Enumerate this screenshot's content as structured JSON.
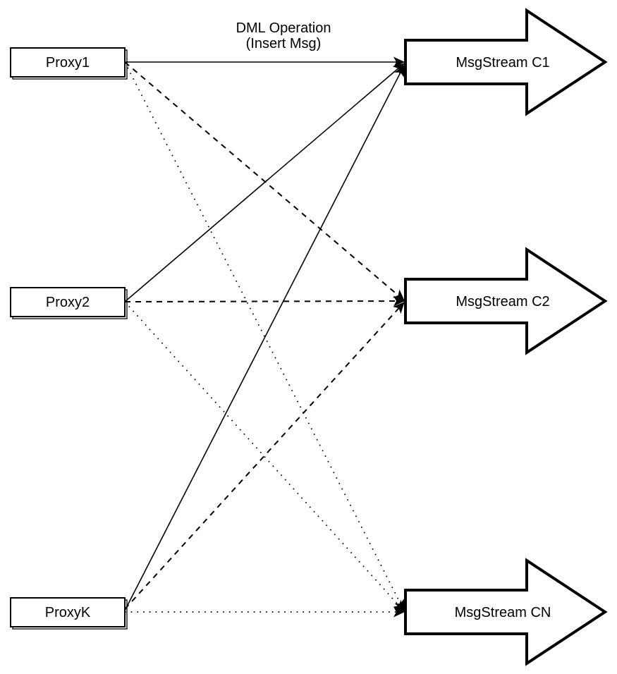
{
  "diagram": {
    "title_annotation": {
      "line1": "DML Operation",
      "line2": "(Insert Msg)"
    },
    "proxies": [
      {
        "label": "Proxy1"
      },
      {
        "label": "Proxy2"
      },
      {
        "label": "ProxyK"
      }
    ],
    "streams": [
      {
        "label": "MsgStream C1"
      },
      {
        "label": "MsgStream C2"
      },
      {
        "label": "MsgStream CN"
      }
    ],
    "edges": [
      {
        "from": "Proxy1",
        "to": "MsgStream C1",
        "style": "solid",
        "arrowhead": "filled-triangle"
      },
      {
        "from": "Proxy1",
        "to": "MsgStream C2",
        "style": "dashed",
        "arrowhead": "filled-triangle"
      },
      {
        "from": "Proxy1",
        "to": "MsgStream CN",
        "style": "dotted",
        "arrowhead": "filled-triangle"
      },
      {
        "from": "Proxy2",
        "to": "MsgStream C1",
        "style": "solid",
        "arrowhead": "filled-triangle"
      },
      {
        "from": "Proxy2",
        "to": "MsgStream C2",
        "style": "dashed",
        "arrowhead": "filled-triangle"
      },
      {
        "from": "Proxy2",
        "to": "MsgStream CN",
        "style": "dotted",
        "arrowhead": "filled-triangle"
      },
      {
        "from": "ProxyK",
        "to": "MsgStream C1",
        "style": "solid",
        "arrowhead": "filled-triangle"
      },
      {
        "from": "ProxyK",
        "to": "MsgStream C2",
        "style": "dashed",
        "arrowhead": "filled-triangle"
      },
      {
        "from": "ProxyK",
        "to": "MsgStream CN",
        "style": "dotted",
        "arrowhead": "filled-triangle"
      }
    ],
    "colors": {
      "stroke": "#000000",
      "fill": "#ffffff",
      "background": "#ffffff"
    }
  }
}
